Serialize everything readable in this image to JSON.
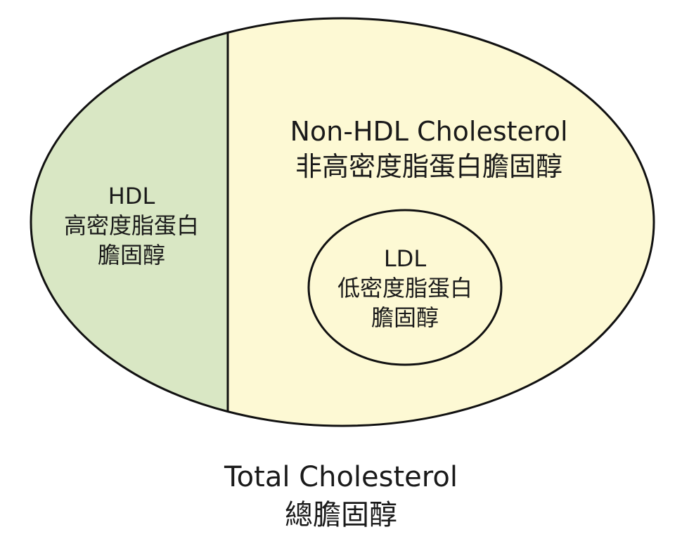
{
  "colors": {
    "hdl_fill": "#d9e7c4",
    "non_hdl_fill": "#fdf9d4",
    "ldl_fill": "#fdf9d4",
    "outline": "#111111",
    "text": "#1a1a1a"
  },
  "hdl": {
    "title": "HDL",
    "line1": "高密度脂蛋白",
    "line2": "膽固醇"
  },
  "non_hdl": {
    "title": "Non-HDL Cholesterol",
    "subtitle": "非高密度脂蛋白膽固醇"
  },
  "ldl": {
    "title": "LDL",
    "line1": "低密度脂蛋白",
    "line2": "膽固醇"
  },
  "total": {
    "title": "Total Cholesterol",
    "subtitle": "總膽固醇"
  }
}
